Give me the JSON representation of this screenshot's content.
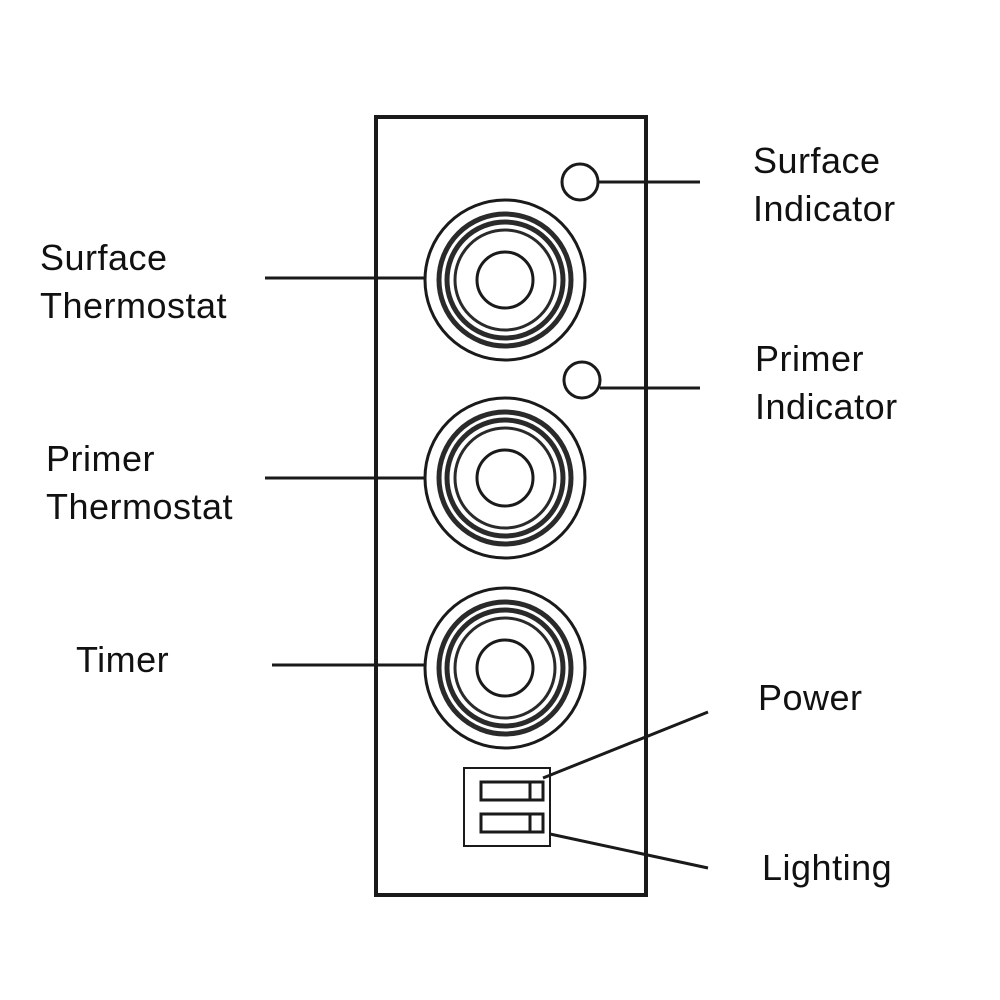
{
  "labels": {
    "surface_thermostat": [
      "Surface",
      "Thermostat"
    ],
    "primer_thermostat": [
      "Primer",
      "Thermostat"
    ],
    "timer": "Timer",
    "surface_indicator": [
      "Surface",
      "Indicator"
    ],
    "primer_indicator": [
      "Primer",
      "Indicator"
    ],
    "power": "Power",
    "lighting": "Lighting"
  },
  "colors": {
    "ink": "#111111",
    "knob_ring": "#2a2a2a",
    "background": "#ffffff"
  }
}
